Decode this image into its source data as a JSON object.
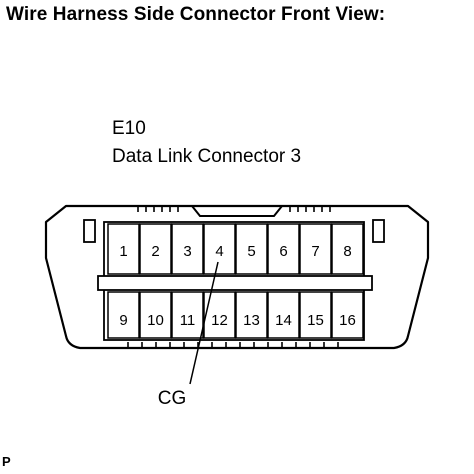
{
  "title": "Wire Harness Side Connector Front View:",
  "connector": {
    "code": "E10",
    "name": "Data Link Connector 3"
  },
  "pins": {
    "top_row": [
      "1",
      "2",
      "3",
      "4",
      "5",
      "6",
      "7",
      "8"
    ],
    "bottom_row": [
      "9",
      "10",
      "11",
      "12",
      "13",
      "14",
      "15",
      "16"
    ]
  },
  "callout": {
    "label": "CG",
    "pin": "4"
  },
  "corner_mark": "P"
}
